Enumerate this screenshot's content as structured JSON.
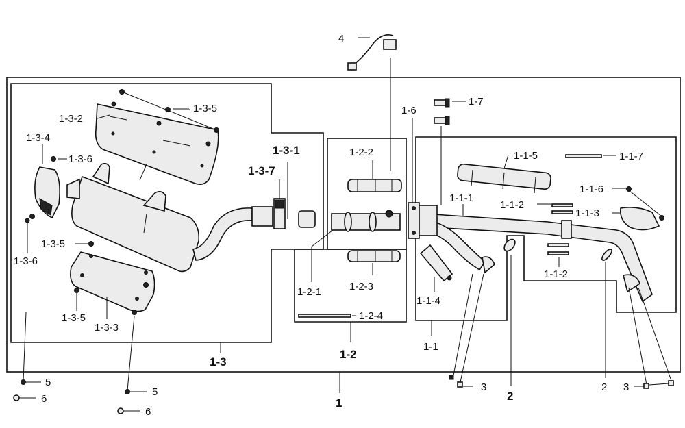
{
  "labels": {
    "l_4": "4",
    "l_1_6": "1-6",
    "l_1_7": "1-7",
    "l_1_3_2": "1-3-2",
    "l_1_3_5_top": "1-3-5",
    "l_1_3_4": "1-3-4",
    "l_1_3_6_top": "1-3-6",
    "l_1_3_6_bottom": "1-3-6",
    "l_1_3_5_mid": "1-3-5",
    "l_1_3_5_bottom": "1-3-5",
    "l_1_3_3": "1-3-3",
    "l_1_3_1": "1-3-1",
    "l_1_3_7": "1-3-7",
    "l_1_2_2": "1-2-2",
    "l_1_2_1": "1-2-1",
    "l_1_2_3": "1-2-3",
    "l_1_2_4": "1-2-4",
    "l_1_1_5": "1-1-5",
    "l_1_1_7": "1-1-7",
    "l_1_1_1": "1-1-1",
    "l_1_1_2_top": "1-1-2",
    "l_1_1_6": "1-1-6",
    "l_1_1_3": "1-1-3",
    "l_1_1_4": "1-1-4",
    "l_1_1_2_bottom": "1-1-2",
    "l_1_3": "1-3",
    "l_1_2": "1-2",
    "l_1_1": "1-1",
    "l_1": "1",
    "l_2_a": "2",
    "l_2_b": "2",
    "l_3_a": "3",
    "l_3_b": "3",
    "l_5_a": "5",
    "l_6_a": "6",
    "l_5_b": "5",
    "l_6_b": "6"
  },
  "colors": {
    "line": "#111111",
    "part_fill": "#ececec",
    "background": "#ffffff"
  }
}
